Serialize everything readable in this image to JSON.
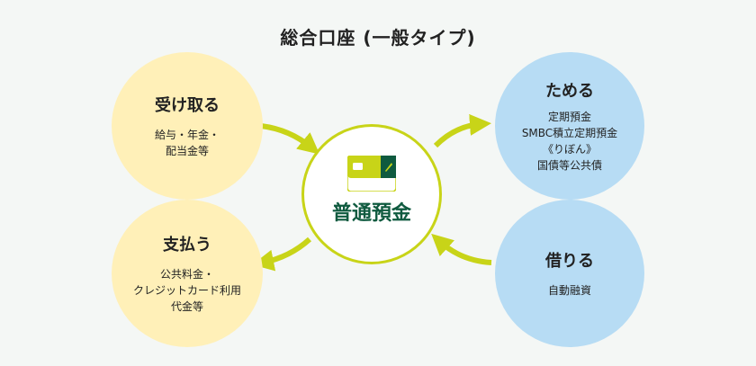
{
  "title": "総合口座 (一般タイプ)",
  "center": {
    "label": "普通預金",
    "icon": "bank-card-icon"
  },
  "receive": {
    "heading": "受け取る",
    "lines": [
      "給与・年金・",
      "配当金等"
    ]
  },
  "pay": {
    "heading": "支払う",
    "lines": [
      "公共料金・",
      "クレジットカード利用",
      "代金等"
    ]
  },
  "save": {
    "heading": "ためる",
    "lines": [
      "定期預金",
      "SMBC積立定期預金",
      "《りぼん》",
      "国債等公共債"
    ]
  },
  "borrow": {
    "heading": "借りる",
    "lines": [
      "自動融資"
    ]
  },
  "colors": {
    "yellow": "#fff0b8",
    "blue": "#b7dcf4",
    "arrow": "#c8d418",
    "center_text": "#0f5a3f",
    "card_green": "#c8d418",
    "card_dark": "#0f5a3f"
  }
}
